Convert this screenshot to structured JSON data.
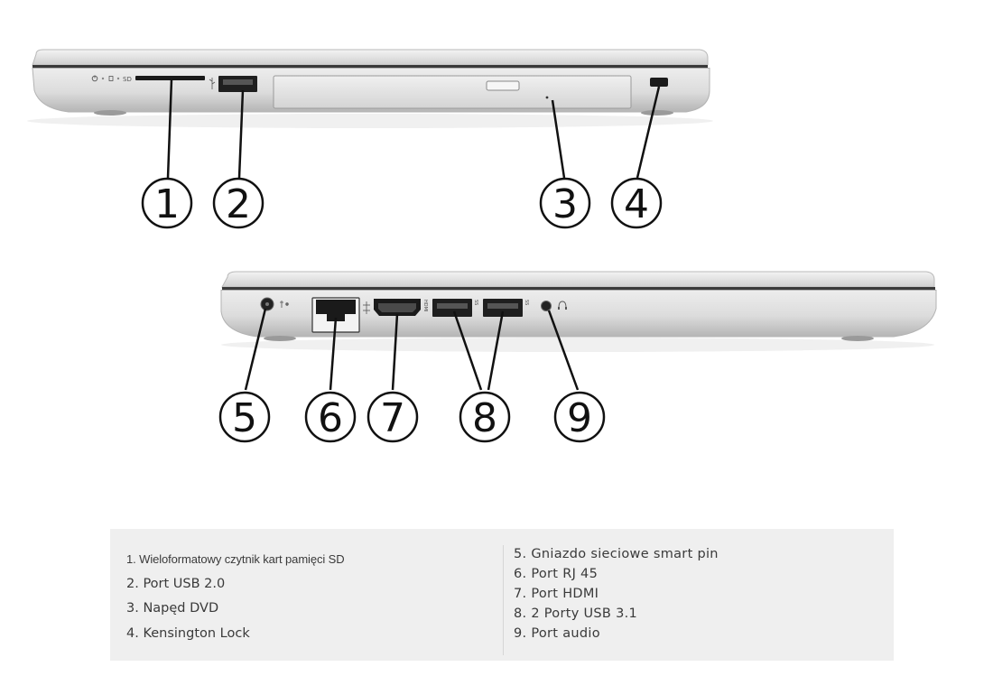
{
  "top_view": {
    "callouts": [
      "1",
      "2",
      "3",
      "4"
    ],
    "port_labels": {
      "sd": "SD"
    }
  },
  "bottom_view": {
    "callouts": [
      "5",
      "6",
      "7",
      "8",
      "9"
    ],
    "port_labels": {
      "hdmi": "HDMI",
      "ss1": "SS",
      "ss2": "SS"
    }
  },
  "legend": {
    "left": [
      "1. Wieloformatowy czytnik kart pamięci SD",
      "2. Port USB 2.0",
      "3. Napęd DVD",
      "4. Kensington Lock"
    ],
    "right": [
      "5. Gniazdo sieciowe smart pin",
      "6. Port RJ 45",
      "7. Port HDMI",
      "8. 2 Porty USB 3.1",
      "9. Port audio"
    ]
  },
  "colors": {
    "chassis_light": "#e9e9e9",
    "chassis_shadow": "#b8b8b8",
    "port_dark": "#1a1a1a",
    "legend_bg": "#efefef",
    "legend_text": "#3a3a3a"
  }
}
